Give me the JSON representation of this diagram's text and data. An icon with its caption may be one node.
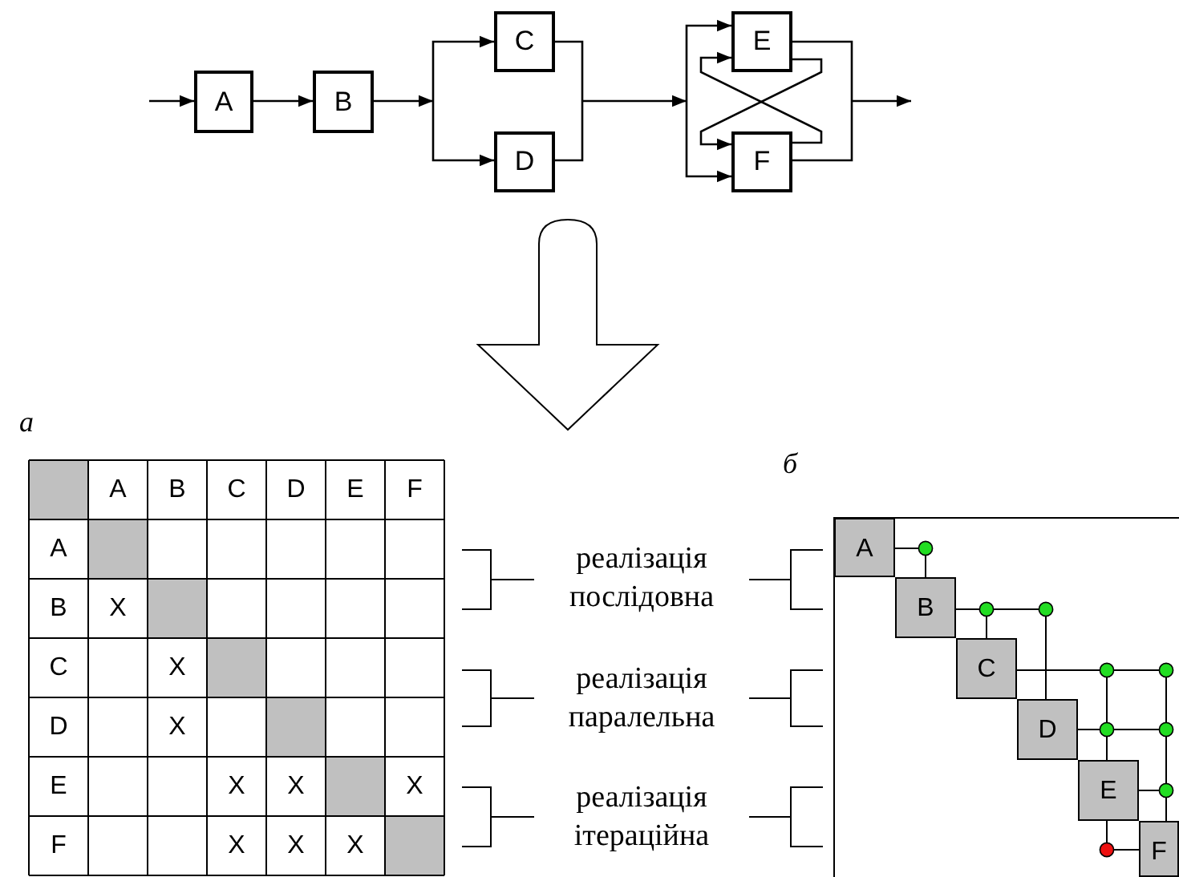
{
  "diagram": {
    "nodes": [
      {
        "text": [
          "A"
        ]
      },
      {
        "text": [
          "B"
        ]
      },
      {
        "text": [
          "C"
        ]
      },
      {
        "text": [
          "D"
        ]
      },
      {
        "text": [
          "E"
        ]
      },
      {
        "text": [
          "F"
        ]
      },
      {
        "text": [
          "A"
        ]
      },
      {
        "text": [
          "B"
        ]
      },
      {
        "text": [
          "C"
        ]
      },
      {
        "text": [
          "D"
        ]
      },
      {
        "text": [
          "E"
        ]
      },
      {
        "text": [
          "F"
        ]
      }
    ],
    "edges": [
      {
        "from": null,
        "to": 0,
        "arrow": "to"
      },
      {
        "from": 0,
        "to": 1,
        "arrow": "to"
      },
      {
        "from": 1,
        "to": 2,
        "arrow": "to"
      },
      {
        "from": 1,
        "to": 3,
        "arrow": "to"
      },
      {
        "from": 2,
        "to": 4,
        "arrow": "to"
      },
      {
        "from": 2,
        "to": 5,
        "arrow": "to"
      },
      {
        "from": 3,
        "to": 4,
        "arrow": "to"
      },
      {
        "from": 3,
        "to": 5,
        "arrow": "to"
      },
      {
        "from": 4,
        "to": 5,
        "arrow": "to"
      },
      {
        "from": 5,
        "to": 4,
        "arrow": "to"
      },
      {
        "from": 4,
        "to": null,
        "arrow": "to"
      },
      {
        "from": 5,
        "to": null,
        "arrow": "to"
      },
      {
        "from": 6,
        "to": 7,
        "arrow": "none"
      },
      {
        "from": 7,
        "to": 8,
        "arrow": "none"
      },
      {
        "from": 7,
        "to": 9,
        "arrow": "none"
      },
      {
        "from": 8,
        "to": 10,
        "arrow": "none"
      },
      {
        "from": 8,
        "to": 11,
        "arrow": "none"
      },
      {
        "from": 9,
        "to": 10,
        "arrow": "none"
      },
      {
        "from": 9,
        "to": 11,
        "arrow": "none"
      },
      {
        "from": 10,
        "to": 11,
        "arrow": "none"
      },
      {
        "from": 11,
        "to": 10,
        "arrow": "none"
      }
    ],
    "labels": [
      "а",
      "б",
      "A",
      "B",
      "C",
      "D",
      "E",
      "F",
      "A",
      "B",
      "X",
      "C",
      "X",
      "D",
      "X",
      "E",
      "X",
      "X",
      "X",
      "F",
      "X",
      "X",
      "X",
      "реалізація послідовна",
      "реалізація паралельна",
      "реалізація ітераційна"
    ]
  }
}
